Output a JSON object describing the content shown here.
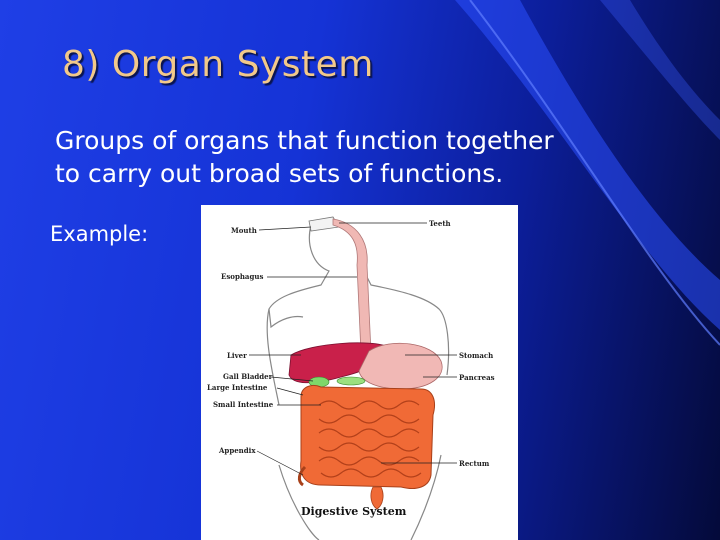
{
  "slide": {
    "title": "8) Organ System",
    "body_line1": "Groups of organs that function together",
    "body_line2": "to carry out broad sets of functions.",
    "example_label": "Example:"
  },
  "diagram": {
    "caption": "Digestive System",
    "labels": {
      "mouth": "Mouth",
      "teeth": "Teeth",
      "esophagus": "Esophagus",
      "liver": "Liver",
      "stomach": "Stomach",
      "gall_bladder": "Gall Bladder",
      "pancreas": "Pancreas",
      "large_intestine": "Large Intestine",
      "small_intestine": "Small Intestine",
      "appendix": "Appendix",
      "rectum": "Rectum"
    },
    "colors": {
      "esophagus": "#f0b8b4",
      "liver": "#c9204a",
      "stomach": "#f1b8b5",
      "gall_bladder": "#7fd86a",
      "intestine": "#f06a36"
    }
  }
}
